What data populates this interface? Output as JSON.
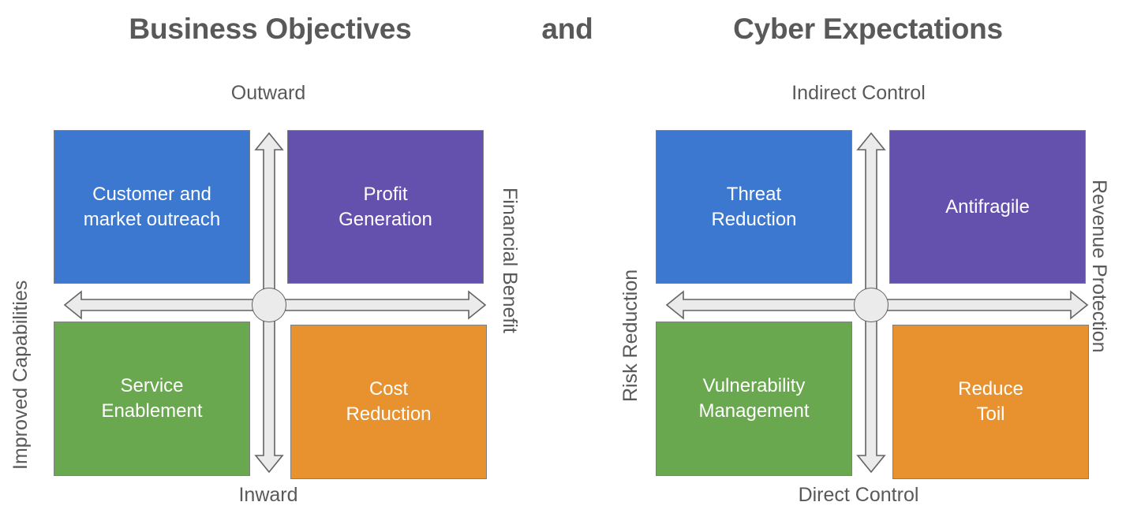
{
  "header": {
    "left_title": "Business Objectives",
    "conjunction": "and",
    "right_title": "Cyber Expectations"
  },
  "colors": {
    "blue": "#3c78d0",
    "purple": "#6450ad",
    "green": "#69a84f",
    "orange": "#e8912f",
    "text_gray": "#595959",
    "arrow_fill": "#ebebeb",
    "arrow_stroke": "#636363",
    "box_border": "#7f7f7f",
    "box_text": "#ffffff",
    "background": "#ffffff"
  },
  "diagrams": [
    {
      "id": "business-objectives",
      "title": "Business Objectives",
      "axes": {
        "top": "Outward",
        "bottom": "Inward",
        "left": "Improved Capabilities",
        "right": "Financial Benefit"
      },
      "quadrants": [
        {
          "position": "top-left",
          "label": "Customer and\nmarket outreach",
          "color": "#3c78d0",
          "color_name": "blue"
        },
        {
          "position": "top-right",
          "label": "Profit\nGeneration",
          "color": "#6450ad",
          "color_name": "purple"
        },
        {
          "position": "bottom-left",
          "label": "Service\nEnablement",
          "color": "#69a84f",
          "color_name": "green"
        },
        {
          "position": "bottom-right",
          "label": "Cost\nReduction",
          "color": "#e8912f",
          "color_name": "orange"
        }
      ]
    },
    {
      "id": "cyber-expectations",
      "title": "Cyber Expectations",
      "axes": {
        "top": "Indirect Control",
        "bottom": "Direct Control",
        "left": "Risk Reduction",
        "right": "Revenue Protection"
      },
      "quadrants": [
        {
          "position": "top-left",
          "label": "Threat\nReduction",
          "color": "#3c78d0",
          "color_name": "blue"
        },
        {
          "position": "top-right",
          "label": "Antifragile",
          "color": "#6450ad",
          "color_name": "purple"
        },
        {
          "position": "bottom-left",
          "label": "Vulnerability\nManagement",
          "color": "#69a84f",
          "color_name": "green"
        },
        {
          "position": "bottom-right",
          "label": "Reduce\nToil",
          "color": "#e8912f",
          "color_name": "orange"
        }
      ]
    }
  ],
  "icons": {
    "vertical_axis": "double-headed-vertical-arrow-icon",
    "horizontal_axis": "double-headed-horizontal-arrow-icon",
    "hub": "axis-center-hub-icon"
  }
}
